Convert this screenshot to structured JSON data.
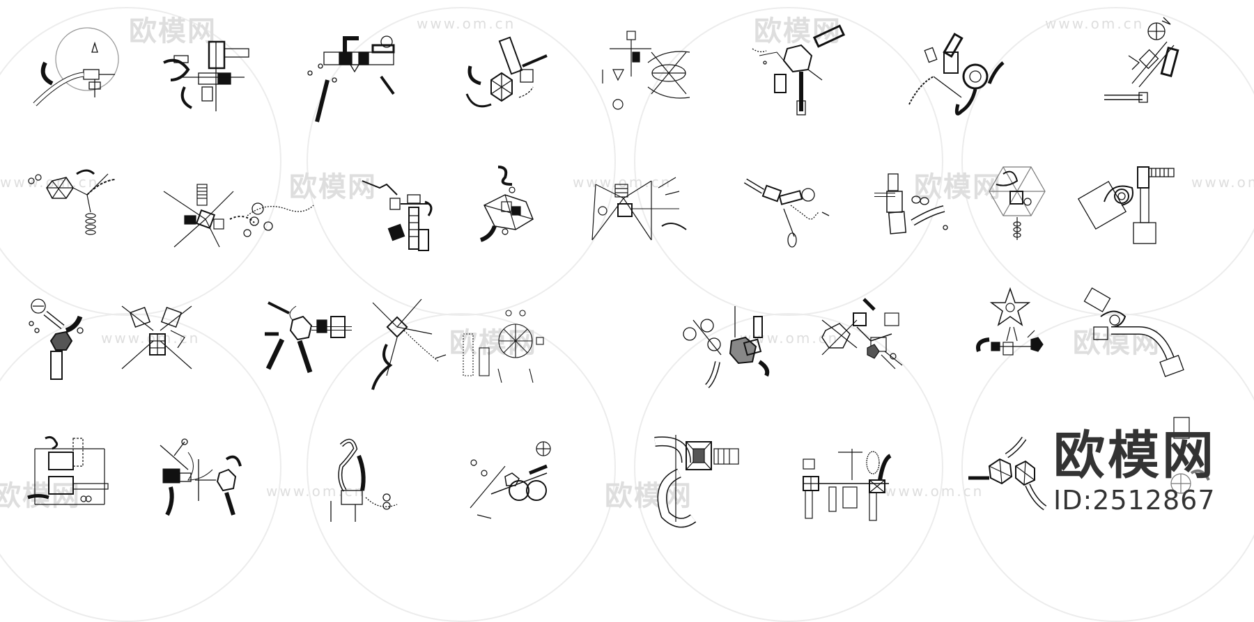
{
  "watermark": {
    "site_cn": "欧模网",
    "site_url": "www.om.cn"
  },
  "brand": {
    "logo_text": "欧模网",
    "id_label": "ID:2512867"
  },
  "drawing_sheet": {
    "rows": 4,
    "columns": 8,
    "item_kind": "playground-equipment-plan"
  }
}
